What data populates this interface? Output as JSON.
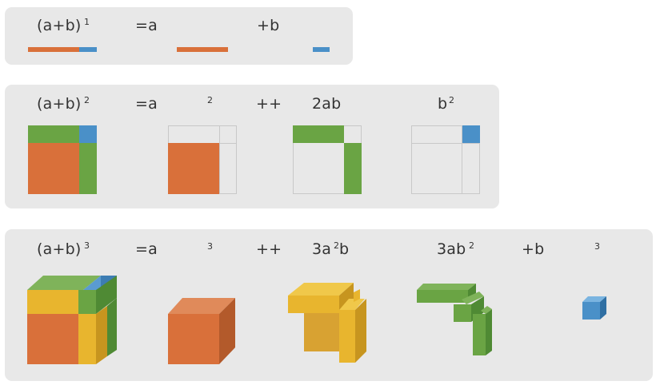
{
  "colors": {
    "orange": "#d9703a",
    "blue": "#4a90c8",
    "green": "#6aa444",
    "yellow": "#e5b02c",
    "panel": "#e8e8e8",
    "outline": "#c8c8c8",
    "text": "#333333"
  },
  "row1": {
    "lhs": "(a+b)",
    "lhs_exp": "1",
    "eq_a": "=a",
    "plus_b": "+b"
  },
  "row2": {
    "lhs": "(a+b)",
    "lhs_exp": "2",
    "eq_a": "=a",
    "a_exp": "2",
    "plus": "++",
    "term2": "2ab",
    "term3_base": "b",
    "term3_exp": "2"
  },
  "row3": {
    "lhs": "(a+b)",
    "lhs_exp": "3",
    "eq_a": "=a",
    "a_exp": "3",
    "plus": "++",
    "term2_pre": "3a",
    "term2_exp": "2",
    "term2_post": "b",
    "term3_base": "3ab",
    "term3_exp": "2",
    "plus_b": "+b",
    "b_exp": "3"
  }
}
